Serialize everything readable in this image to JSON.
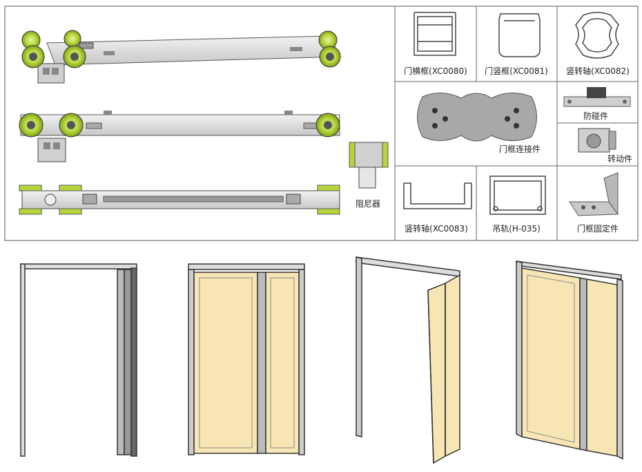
{
  "parts": {
    "xc0080_label": "门横框(XC0080)",
    "xc0081_label": "门竖框(XC0081)",
    "xc0082_label": "竖转轴(XC0082)",
    "connector_label": "门框连接件",
    "bumper_label": "防碰件",
    "rotator_label": "转动件",
    "xc0083_label": "竖转轴(XC0083)",
    "rail_label": "吊轨(H-035)",
    "fixer_label": "门框固定件",
    "damper_label": "阻尼器"
  },
  "colors": {
    "wheel": "#b5d63a",
    "panel": "#f7e6b4",
    "frame": "#444444",
    "metal": "#d6d6d6"
  }
}
